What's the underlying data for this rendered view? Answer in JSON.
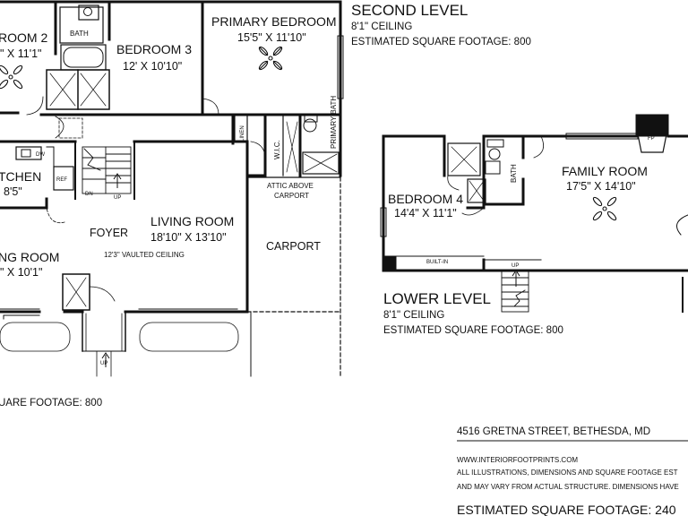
{
  "second_level": {
    "title": "SECOND LEVEL",
    "ceiling": "8'1\" CEILING",
    "sqft": "ESTIMATED SQUARE FOOTAGE: 800",
    "rooms": {
      "bedroom2": {
        "name": "ROOM 2",
        "dims": "\" X 11'1\""
      },
      "bath": "BATH",
      "bedroom3": {
        "name": "BEDROOM 3",
        "dims": "12' X 10'10\""
      },
      "primary_bedroom": {
        "name": "PRIMARY BEDROOM",
        "dims": "15'5\" X 11'10\""
      },
      "linen": "LINEN",
      "wic": "W.I.C.",
      "primary_bath": "PRIMARY BATH"
    }
  },
  "main_level": {
    "rooms": {
      "kitchen": {
        "name": "TCHEN",
        "dims": "8'5\""
      },
      "dw": "DW",
      "ref": "REF",
      "dn": "DN",
      "up": "UP",
      "foyer": "FOYER",
      "living_room": {
        "name": "LIVING ROOM",
        "dims": "18'10\" X 13'10\""
      },
      "vaulted": "12'3\" VAULTED CEILING",
      "dining_room": {
        "name": "NG ROOM",
        "dims": "\" X 10'1\""
      },
      "attic": [
        "ATTIC ABOVE",
        "CARPORT"
      ],
      "carport": "CARPORT",
      "entry_up": "UP"
    },
    "sqft": "UARE FOOTAGE: 800"
  },
  "lower_level": {
    "title": "LOWER LEVEL",
    "ceiling": "8'1\" CEILING",
    "sqft": "ESTIMATED SQUARE FOOTAGE: 800",
    "rooms": {
      "bedroom4": {
        "name": "BEDROOM 4",
        "dims": "14'4\" X 11'1\""
      },
      "bath": "BATH",
      "built_in": "BUILT-IN",
      "family_room": {
        "name": "FAMILY ROOM",
        "dims": "17'5\" X 14'10\""
      },
      "fp": "FP",
      "up": "UP"
    }
  },
  "footer": {
    "address": "4516 GRETNA STREET, BETHESDA, MD",
    "website": "WWW.INTERIORFOOTPRINTS.COM",
    "disclaimer1": "ALL ILLUSTRATIONS, DIMENSIONS AND SQUARE FOOTAGE EST",
    "disclaimer2": "AND MAY VARY FROM ACTUAL STRUCTURE. DIMENSIONS HAVE",
    "total": "ESTIMATED SQUARE FOOTAGE: 240"
  },
  "colors": {
    "wall": "#111111",
    "paper": "#ffffff"
  }
}
